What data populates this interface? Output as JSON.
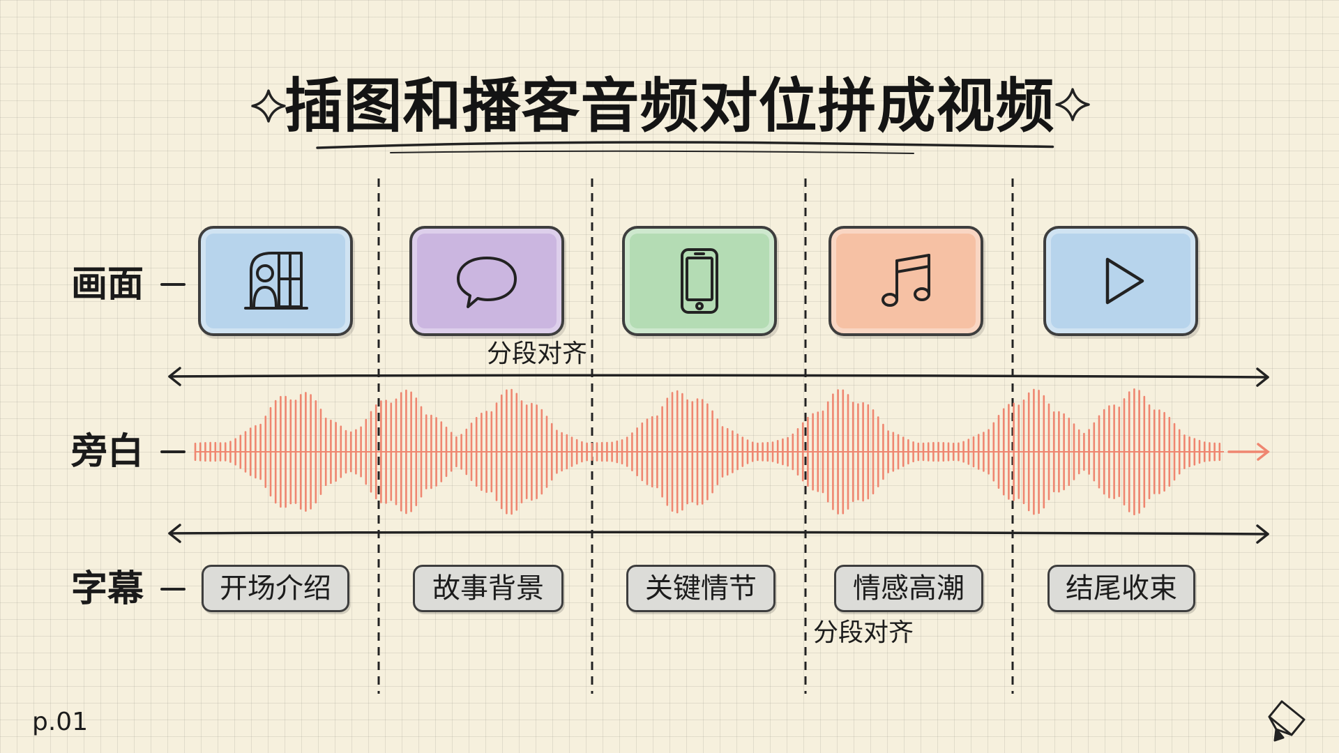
{
  "title": "插图和播客音频对位拼成视频",
  "rows": {
    "visuals": "画面",
    "narration": "旁白",
    "subtitles": "字幕"
  },
  "visual_tiles": [
    {
      "icon": "portrait-window-icon",
      "color": "#b7d4ec"
    },
    {
      "icon": "speech-bubble-icon",
      "color": "#cbb6e0"
    },
    {
      "icon": "smartphone-icon",
      "color": "#b4dcb4"
    },
    {
      "icon": "music-note-icon",
      "color": "#f6c1a4"
    },
    {
      "icon": "play-icon",
      "color": "#b7d4ec"
    }
  ],
  "subtitle_chips": [
    "开场介绍",
    "故事背景",
    "关键情节",
    "情感高潮",
    "结尾收束"
  ],
  "annotations": {
    "top": "分段对齐",
    "bottom": "分段对齐"
  },
  "waveform_color": "#ef8670",
  "page_number": "p.01"
}
